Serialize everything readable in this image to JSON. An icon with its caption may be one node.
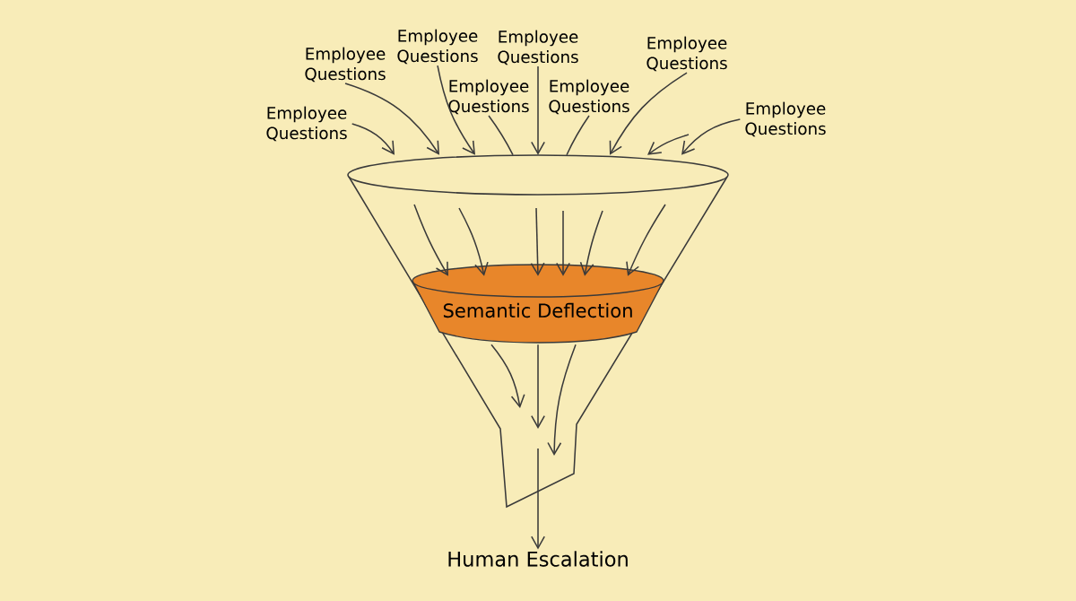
{
  "diagram": {
    "nodes": [
      {
        "text": [
          "Employee Questions"
        ]
      },
      {
        "text": [
          "Employee Questions"
        ]
      },
      {
        "text": [
          "Employee Questions"
        ]
      },
      {
        "text": [
          "Employee Questions"
        ]
      },
      {
        "text": [
          "Employee Questions"
        ]
      },
      {
        "text": [
          "Employee Questions"
        ]
      },
      {
        "text": [
          "Employee Questions"
        ]
      },
      {
        "text": [
          "Employee Questions"
        ]
      },
      {
        "text": [],
        "shape": "funnel"
      },
      {
        "text": [
          "Semantic Deflection"
        ],
        "in": 8
      },
      {
        "text": [
          "Human Escalation"
        ]
      }
    ],
    "edges": [
      {
        "from": 1,
        "to": 8,
        "arrow": "to"
      },
      {
        "from": 0,
        "to": 8,
        "arrow": "to"
      },
      {
        "from": 2,
        "to": 8,
        "arrow": "to"
      },
      {
        "from": 3,
        "to": 8,
        "arrow": "none"
      },
      {
        "from": 4,
        "to": 8,
        "arrow": "to"
      },
      {
        "from": 5,
        "to": 8,
        "arrow": "none"
      },
      {
        "from": 6,
        "to": 8,
        "arrow": "to"
      },
      {
        "from": null,
        "to": 8,
        "arrow": "to"
      },
      {
        "from": 7,
        "to": 8,
        "arrow": "to"
      },
      {
        "from": null,
        "to": 9,
        "arrow": "to"
      },
      {
        "from": null,
        "to": 9,
        "arrow": "to"
      },
      {
        "from": null,
        "to": 9,
        "arrow": "to"
      },
      {
        "from": null,
        "to": 9,
        "arrow": "to"
      },
      {
        "from": null,
        "to": 9,
        "arrow": "to"
      },
      {
        "from": null,
        "to": 9,
        "arrow": "to"
      },
      {
        "from": 9,
        "to": null,
        "arrow": "to"
      },
      {
        "from": 9,
        "to": null,
        "arrow": "to"
      },
      {
        "from": 9,
        "to": null,
        "arrow": "to"
      },
      {
        "from": null,
        "to": 10,
        "arrow": "to"
      }
    ]
  }
}
